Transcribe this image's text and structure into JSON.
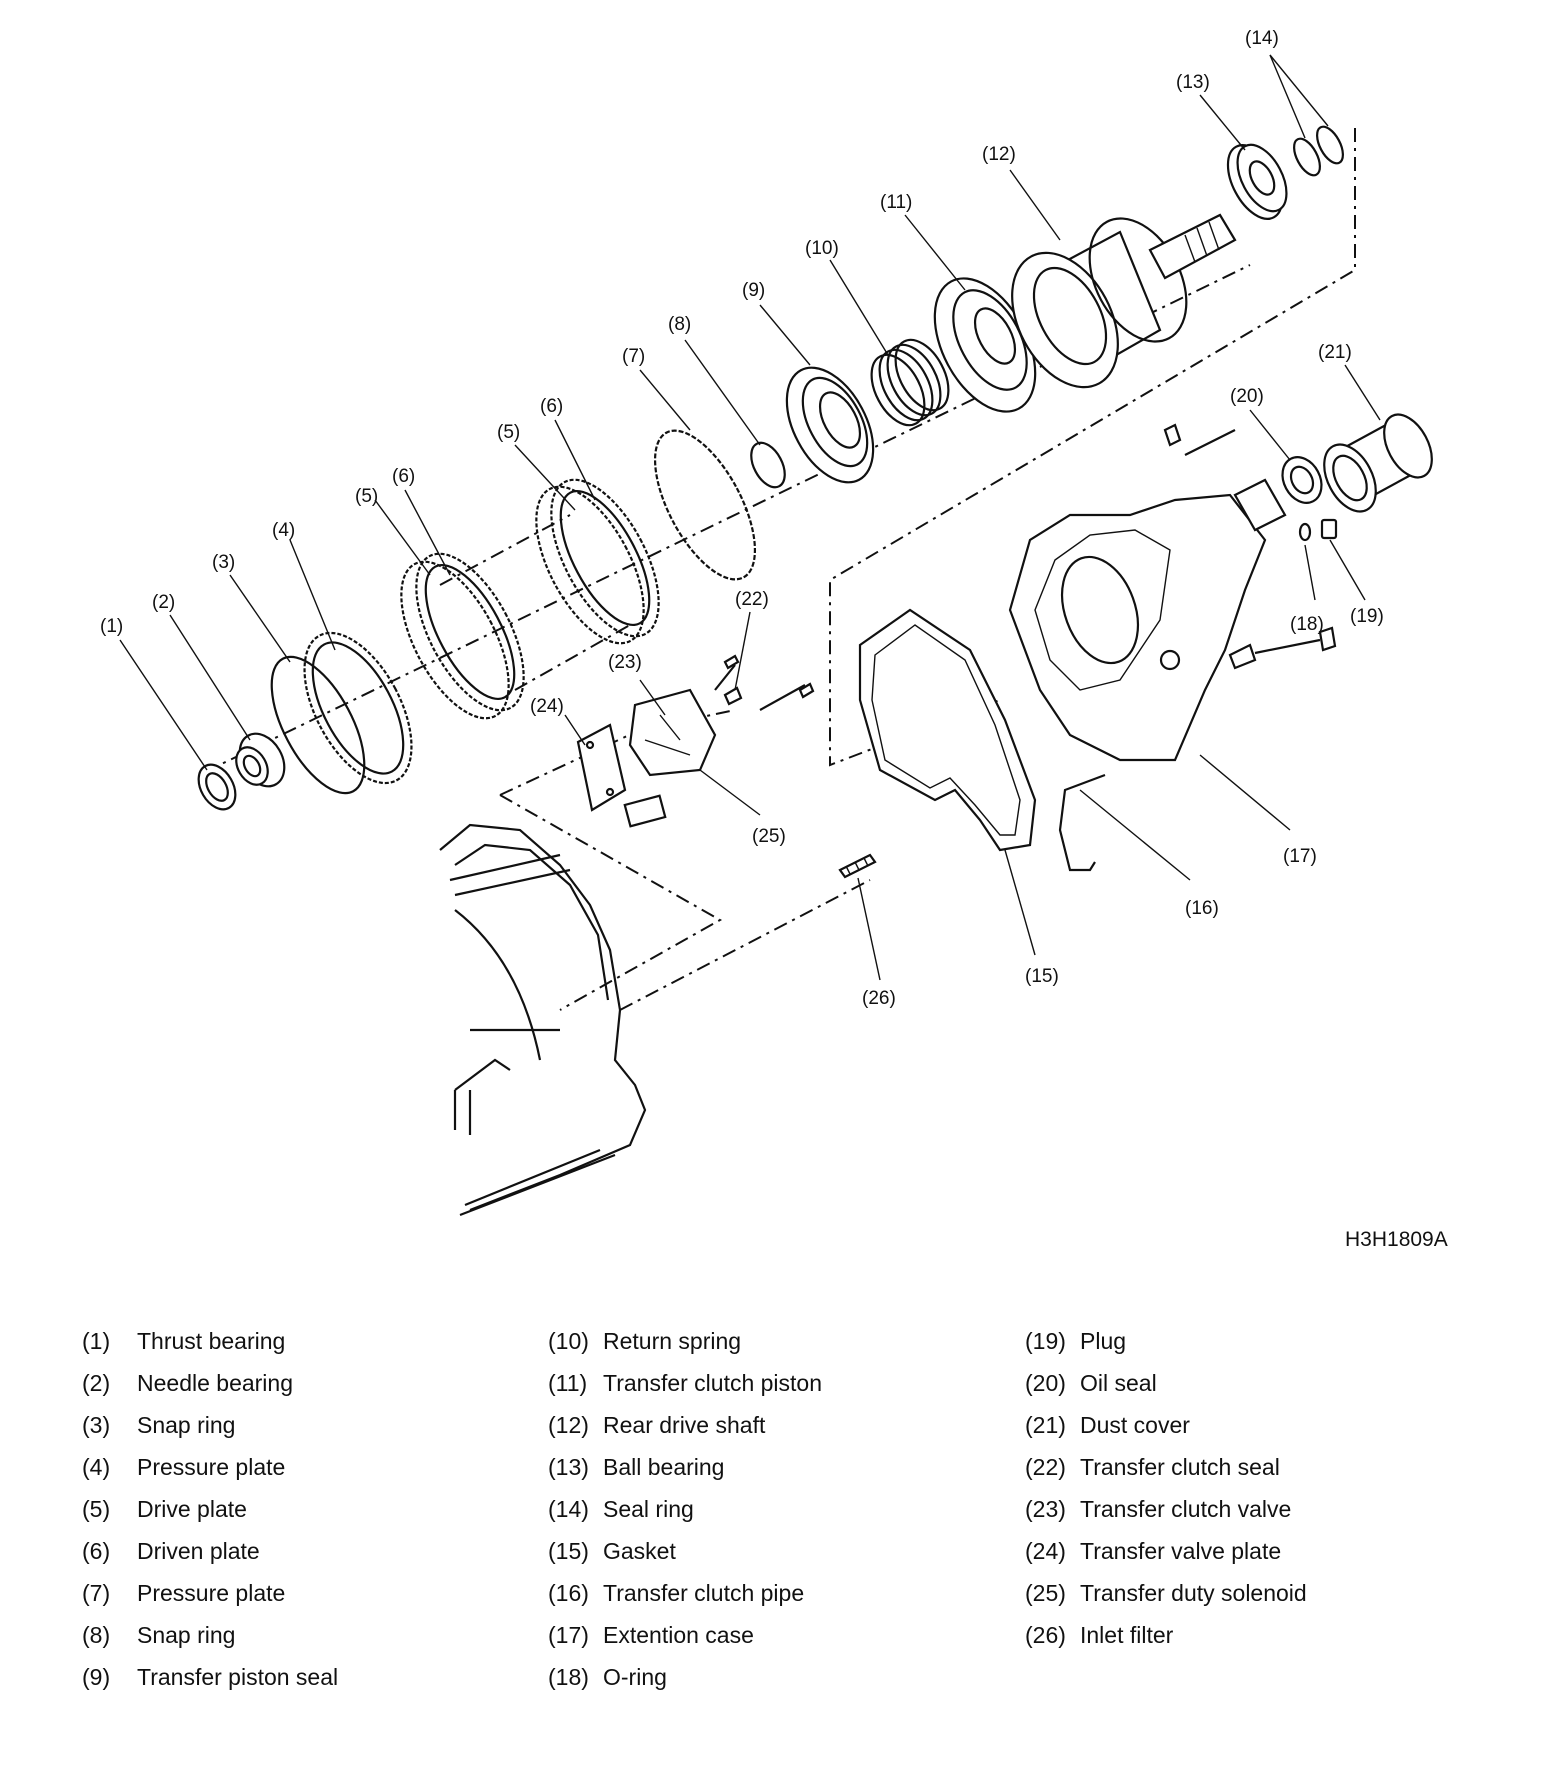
{
  "figure_code": "H3H1809A",
  "callouts": [
    {
      "label": "(1)"
    },
    {
      "label": "(2)"
    },
    {
      "label": "(3)"
    },
    {
      "label": "(4)"
    },
    {
      "label": "(5)"
    },
    {
      "label": "(6)"
    },
    {
      "label": "(5)"
    },
    {
      "label": "(6)"
    },
    {
      "label": "(7)"
    },
    {
      "label": "(8)"
    },
    {
      "label": "(9)"
    },
    {
      "label": "(10)"
    },
    {
      "label": "(11)"
    },
    {
      "label": "(12)"
    },
    {
      "label": "(13)"
    },
    {
      "label": "(14)"
    },
    {
      "label": "(15)"
    },
    {
      "label": "(16)"
    },
    {
      "label": "(17)"
    },
    {
      "label": "(18)"
    },
    {
      "label": "(19)"
    },
    {
      "label": "(20)"
    },
    {
      "label": "(21)"
    },
    {
      "label": "(22)"
    },
    {
      "label": "(23)"
    },
    {
      "label": "(24)"
    },
    {
      "label": "(25)"
    },
    {
      "label": "(26)"
    }
  ],
  "legend": [
    [
      {
        "num": "(1)",
        "name": "Thrust bearing"
      },
      {
        "num": "(2)",
        "name": "Needle bearing"
      },
      {
        "num": "(3)",
        "name": "Snap ring"
      },
      {
        "num": "(4)",
        "name": "Pressure plate"
      },
      {
        "num": "(5)",
        "name": "Drive plate"
      },
      {
        "num": "(6)",
        "name": "Driven plate"
      },
      {
        "num": "(7)",
        "name": "Pressure plate"
      },
      {
        "num": "(8)",
        "name": "Snap ring"
      },
      {
        "num": "(9)",
        "name": "Transfer piston seal"
      }
    ],
    [
      {
        "num": "(10)",
        "name": "Return spring"
      },
      {
        "num": "(11)",
        "name": "Transfer clutch piston"
      },
      {
        "num": "(12)",
        "name": "Rear drive shaft"
      },
      {
        "num": "(13)",
        "name": "Ball bearing"
      },
      {
        "num": "(14)",
        "name": "Seal ring"
      },
      {
        "num": "(15)",
        "name": "Gasket"
      },
      {
        "num": "(16)",
        "name": "Transfer clutch pipe"
      },
      {
        "num": "(17)",
        "name": "Extention case"
      },
      {
        "num": "(18)",
        "name": "O-ring"
      }
    ],
    [
      {
        "num": "(19)",
        "name": "Plug"
      },
      {
        "num": "(20)",
        "name": "Oil seal"
      },
      {
        "num": "(21)",
        "name": "Dust cover"
      },
      {
        "num": "(22)",
        "name": "Transfer clutch seal"
      },
      {
        "num": "(23)",
        "name": "Transfer clutch valve"
      },
      {
        "num": "(24)",
        "name": "Transfer valve plate"
      },
      {
        "num": "(25)",
        "name": "Transfer duty solenoid"
      },
      {
        "num": "(26)",
        "name": "Inlet filter"
      }
    ]
  ]
}
